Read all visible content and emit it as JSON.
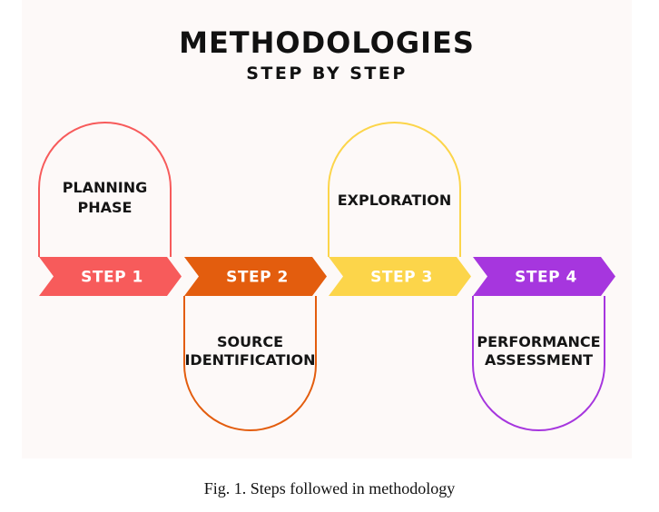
{
  "title": "METHODOLOGIES",
  "subtitle": "STEP BY STEP",
  "steps": [
    {
      "label": "STEP 1",
      "phase_lines": [
        "PLANNING",
        "PHASE"
      ],
      "color": "#f75b5b",
      "card_position": "top"
    },
    {
      "label": "STEP 2",
      "phase_lines": [
        "SOURCE",
        "IDENTIFICATION"
      ],
      "color": "#e35d0e",
      "card_position": "bottom"
    },
    {
      "label": "STEP 3",
      "phase_lines": [
        "EXPLORATION"
      ],
      "color": "#fcd54a",
      "card_position": "top"
    },
    {
      "label": "STEP 4",
      "phase_lines": [
        "PERFORMANCE",
        "ASSESSMENT"
      ],
      "color": "#a636de",
      "card_position": "bottom"
    }
  ],
  "caption": "Fig. 1. Steps followed in methodology"
}
